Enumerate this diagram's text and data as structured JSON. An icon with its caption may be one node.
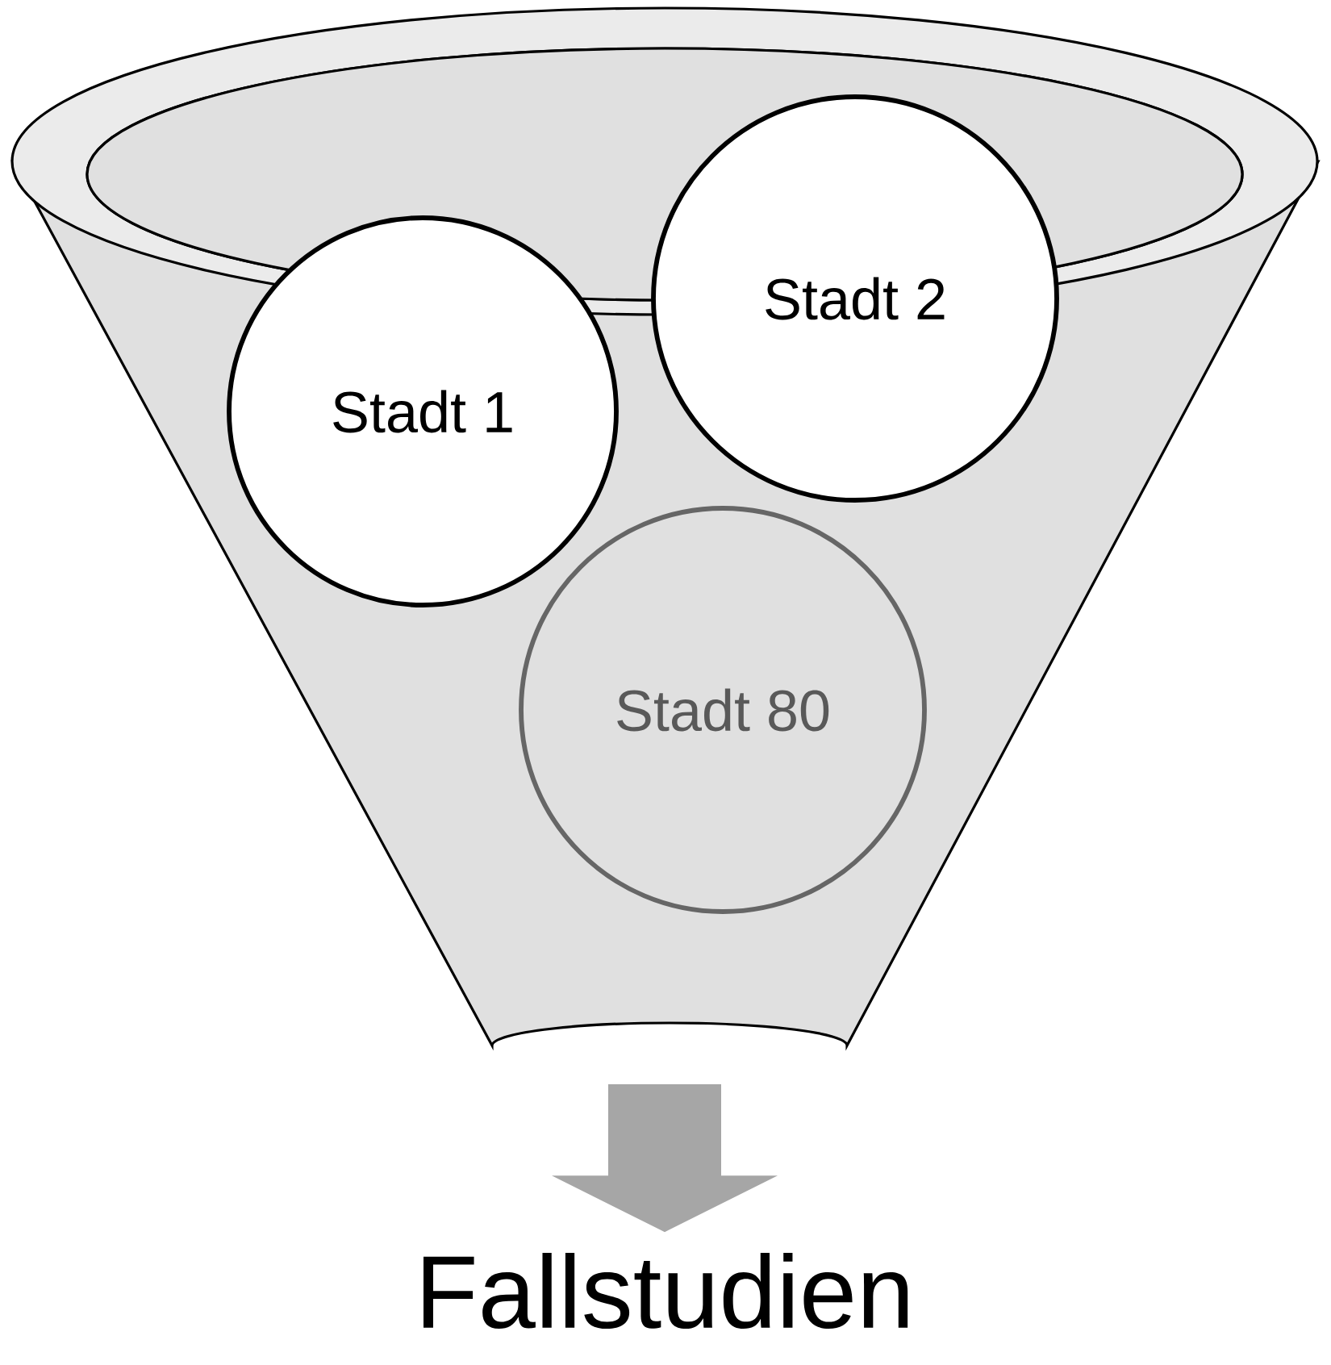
{
  "diagram": {
    "nodes": [
      {
        "text": [],
        "shape": "funnel"
      },
      {
        "text": [
          "Stadt 1"
        ],
        "in": 0
      },
      {
        "text": [
          "Stadt 2"
        ],
        "in": 0
      },
      {
        "text": [
          "Stadt 80"
        ],
        "in": 0
      },
      {
        "text": [
          "Fallstudien"
        ]
      }
    ],
    "edges": [
      {
        "from": 0,
        "to": 4,
        "arrow": "to",
        "style": "thick",
        "color": "#a6a6a6"
      }
    ]
  }
}
